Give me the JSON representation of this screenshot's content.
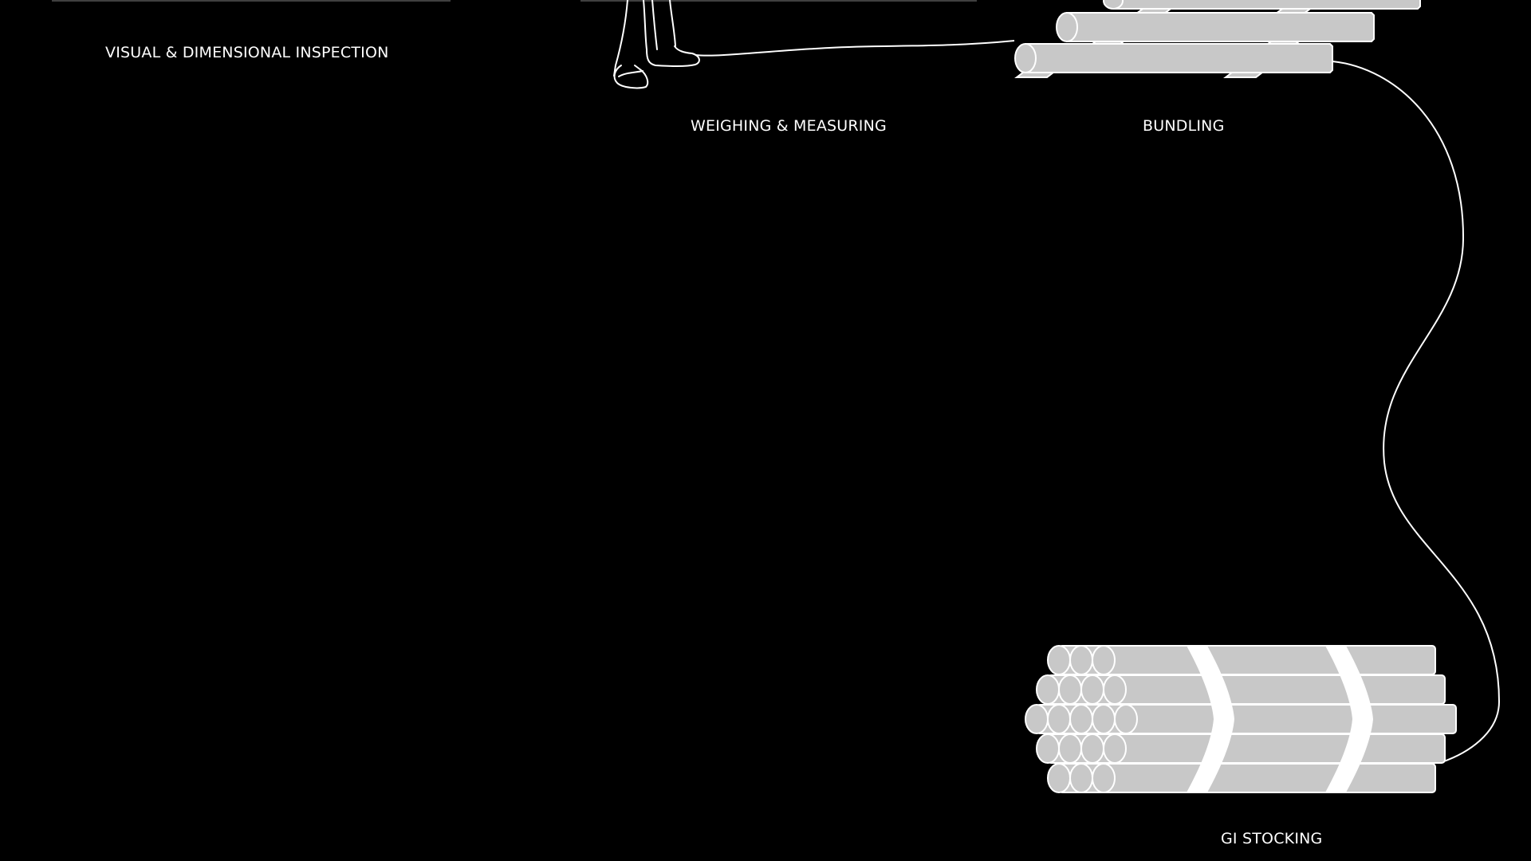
{
  "steps": {
    "visual_inspection": "VISUAL & DIMENSIONAL INSPECTION",
    "weighing_measuring": "WEIGHING & MEASURING",
    "bundling": "BUNDLING",
    "gi_stocking": "GI STOCKING"
  },
  "colors": {
    "background": "#000000",
    "text": "#ffffff",
    "pipe_fill": "#c8c8c8",
    "outline": "#ffffff"
  }
}
